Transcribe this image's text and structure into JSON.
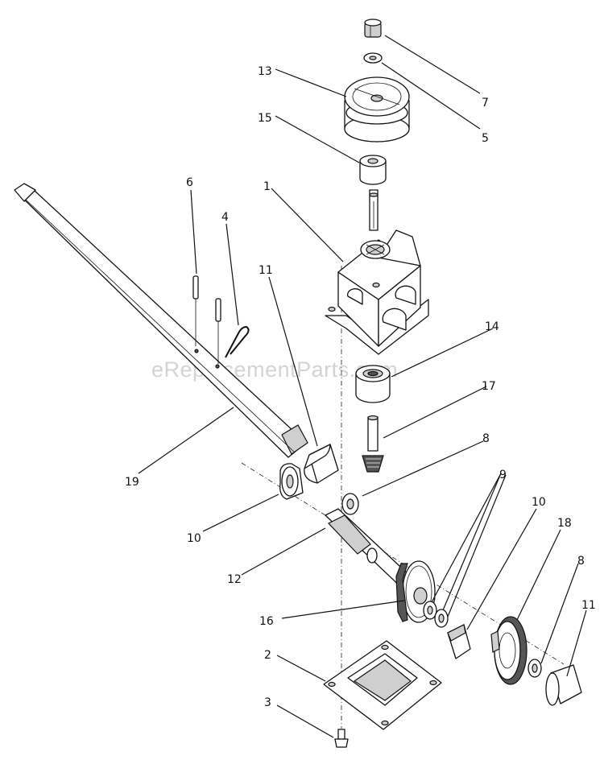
{
  "watermark": "eReplacementParts.com",
  "callouts": {
    "c1": "1",
    "c2": "2",
    "c3": "3",
    "c4": "4",
    "c5": "5",
    "c6": "6",
    "c7": "7",
    "c8a": "8",
    "c8b": "8",
    "c9": "9",
    "c10a": "10",
    "c10b": "10",
    "c11a": "11",
    "c11b": "11",
    "c12": "12",
    "c13": "13",
    "c14": "14",
    "c15": "15",
    "c16": "16",
    "c17": "17",
    "c18": "18",
    "c19": "19"
  }
}
